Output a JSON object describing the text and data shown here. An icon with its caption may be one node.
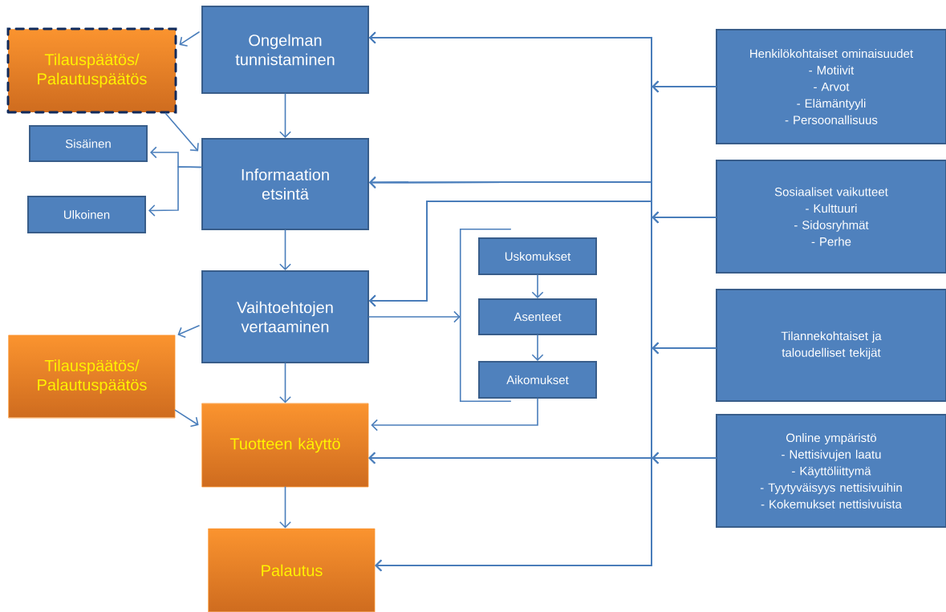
{
  "diagram": {
    "nodes": [
      {
        "text": [
          "Ongelman tunnistaminen"
        ]
      },
      {
        "text": [
          "Tilauspäätös/ Palautuspäätös"
        ]
      },
      {
        "text": [
          "Sisäinen"
        ]
      },
      {
        "text": [
          "Informaation etsintä"
        ]
      },
      {
        "text": [
          "Ulkoinen"
        ]
      },
      {
        "text": [
          "Vaihtoehtojen vertaaminen"
        ]
      },
      {
        "text": [],
        "shape": "bracket"
      },
      {
        "text": [
          "Uskomukset"
        ]
      },
      {
        "text": [
          "Asenteet"
        ]
      },
      {
        "text": [
          "Aikomukset"
        ]
      },
      {
        "text": [
          "Tilauspäätös/ Palautuspäätös"
        ]
      },
      {
        "text": [
          "Tuotteen käyttö"
        ]
      },
      {
        "text": [
          "Palautus"
        ]
      },
      {
        "text": [
          "Henkilökohtaiset ominaisuudet",
          "- Motiivit",
          "- Arvot",
          "- Elämäntyyli",
          "- Persoonallisuus"
        ]
      },
      {
        "text": [
          "Sosiaaliset vaikutteet",
          "- Kulttuuri",
          "- Sidosryhmät",
          "- Perhe"
        ]
      },
      {
        "text": [
          "Tilannekohtaiset ja taloudelliset tekijät"
        ]
      },
      {
        "text": [
          "Online ympäristö",
          "- Nettisivujen laatu",
          "- Käyttöliittymä",
          "- Tyytyväisyys nettisivuihin",
          "- Kokemukset nettisivuista"
        ]
      }
    ],
    "edges": [
      {
        "from": 0,
        "to": 1,
        "arrow": "to"
      },
      {
        "from": 0,
        "to": 3,
        "arrow": "to"
      },
      {
        "from": 1,
        "to": 3,
        "arrow": "to"
      },
      {
        "from": 3,
        "to": 2,
        "arrow": "to"
      },
      {
        "from": 3,
        "to": 4,
        "arrow": "to"
      },
      {
        "from": 3,
        "to": 5,
        "arrow": "to"
      },
      {
        "from": 5,
        "to": 6,
        "arrow": "to"
      },
      {
        "from": 7,
        "to": 8,
        "arrow": "to"
      },
      {
        "from": 8,
        "to": 9,
        "arrow": "to"
      },
      {
        "from": 5,
        "to": 10,
        "arrow": "to"
      },
      {
        "from": 5,
        "to": 11,
        "arrow": "to"
      },
      {
        "from": 10,
        "to": 11,
        "arrow": "to"
      },
      {
        "from": 9,
        "to": 11,
        "arrow": "to"
      },
      {
        "from": 11,
        "to": 12,
        "arrow": "to"
      },
      {
        "from": 13,
        "to": 0,
        "arrow": "to"
      },
      {
        "from": 13,
        "to": 3,
        "arrow": "to"
      },
      {
        "from": 13,
        "to": 5,
        "arrow": "to"
      },
      {
        "from": 13,
        "to": 11,
        "arrow": "to"
      },
      {
        "from": 13,
        "to": 12,
        "arrow": "to"
      },
      {
        "from": 14,
        "to": 0,
        "arrow": "to"
      },
      {
        "from": 14,
        "to": 3,
        "arrow": "to"
      },
      {
        "from": 14,
        "to": 5,
        "arrow": "to"
      },
      {
        "from": 14,
        "to": 11,
        "arrow": "to"
      },
      {
        "from": 14,
        "to": 12,
        "arrow": "to"
      },
      {
        "from": 15,
        "to": 0,
        "arrow": "to"
      },
      {
        "from": 15,
        "to": 3,
        "arrow": "to"
      },
      {
        "from": 15,
        "to": 5,
        "arrow": "to"
      },
      {
        "from": 15,
        "to": 11,
        "arrow": "to"
      },
      {
        "from": 15,
        "to": 12,
        "arrow": "to"
      },
      {
        "from": 16,
        "to": 0,
        "arrow": "to"
      },
      {
        "from": 16,
        "to": 3,
        "arrow": "to"
      },
      {
        "from": 16,
        "to": 5,
        "arrow": "to"
      },
      {
        "from": 16,
        "to": 11,
        "arrow": "to"
      },
      {
        "from": 16,
        "to": 12,
        "arrow": "to"
      }
    ]
  }
}
